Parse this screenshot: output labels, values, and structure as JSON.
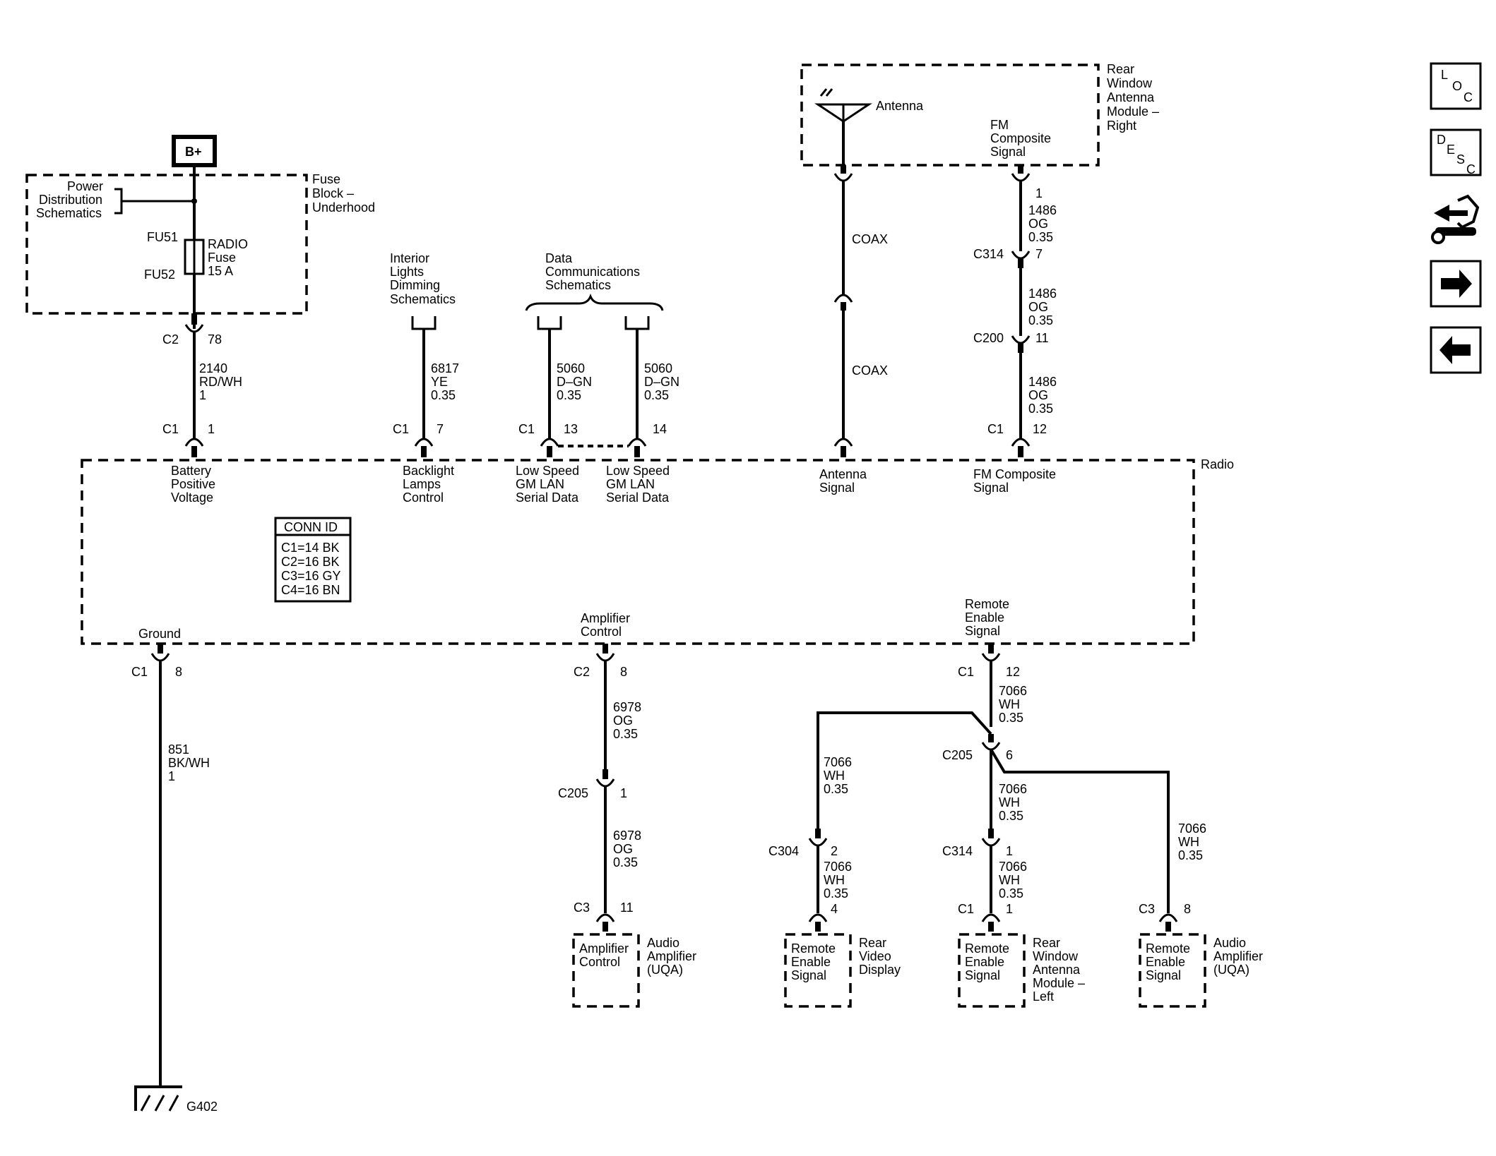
{
  "b_plus": "B+",
  "fuse_block": {
    "power_dist": [
      "Power",
      "Distribution",
      "Schematics"
    ],
    "title": [
      "Fuse",
      "Block –",
      "Underhood"
    ],
    "fu51": "FU51",
    "fu52": "FU52",
    "fuse_label": [
      "RADIO",
      "Fuse",
      "15 A"
    ]
  },
  "battery_wire": {
    "conn_top": "C2",
    "pin_top": "78",
    "wire": [
      "2140",
      "RD/WH",
      "1"
    ],
    "conn_bot": "C1",
    "pin_bot": "1",
    "signal": [
      "Battery",
      "Positive",
      "Voltage"
    ]
  },
  "backlight_wire": {
    "ref": [
      "Interior",
      "Lights",
      "Dimming",
      "Schematics"
    ],
    "wire": [
      "6817",
      "YE",
      "0.35"
    ],
    "conn": "C1",
    "pin": "7",
    "signal": [
      "Backlight",
      "Lamps",
      "Control"
    ]
  },
  "data_comm": {
    "ref": [
      "Data",
      "Communications",
      "Schematics"
    ],
    "wire_a": [
      "5060",
      "D–GN",
      "0.35"
    ],
    "wire_b": [
      "5060",
      "D–GN",
      "0.35"
    ],
    "conn": "C1",
    "pin_a": "13",
    "pin_b": "14",
    "signal_a": [
      "Low Speed",
      "GM LAN",
      "Serial Data"
    ],
    "signal_b": [
      "Low Speed",
      "GM LAN",
      "Serial Data"
    ]
  },
  "antenna_module": {
    "antenna": "Antenna",
    "fm_signal": [
      "FM",
      "Composite",
      "Signal"
    ],
    "title": [
      "Rear",
      "Window",
      "Antenna",
      "Module –",
      "Right"
    ],
    "coax1": "COAX",
    "coax2": "COAX",
    "antenna_signal": [
      "Antenna",
      "Signal"
    ]
  },
  "fm_wire": {
    "pin1": "1",
    "seg1": [
      "1486",
      "OG",
      "0.35"
    ],
    "c314": "C314",
    "c314_pin": "7",
    "seg2": [
      "1486",
      "OG",
      "0.35"
    ],
    "c200": "C200",
    "c200_pin": "11",
    "seg3": [
      "1486",
      "OG",
      "0.35"
    ],
    "conn": "C1",
    "pin": "12",
    "signal": [
      "FM Composite",
      "Signal"
    ]
  },
  "radio": "Radio",
  "conn_id": {
    "title": "CONN ID",
    "rows": [
      "C1=14 BK",
      "C2=16 BK",
      "C3=16 GY",
      "C4=16 BN"
    ]
  },
  "ground": {
    "label": "Ground",
    "conn": "C1",
    "pin": "8",
    "wire": [
      "851",
      "BK/WH",
      "1"
    ],
    "g": "G402"
  },
  "amp_control": {
    "label": [
      "Amplifier",
      "Control"
    ],
    "conn": "C2",
    "pin": "8",
    "seg1": [
      "6978",
      "OG",
      "0.35"
    ],
    "c205": "C205",
    "c205_pin": "1",
    "seg2": [
      "6978",
      "OG",
      "0.35"
    ],
    "c3": "C3",
    "c3_pin": "11",
    "box": [
      "Amplifier",
      "Control"
    ],
    "dest": [
      "Audio",
      "Amplifier",
      "(UQA)"
    ]
  },
  "remote_enable": {
    "label": [
      "Remote",
      "Enable",
      "Signal"
    ],
    "conn": "C1",
    "pin": "12",
    "seg1": [
      "7066",
      "WH",
      "0.35"
    ],
    "c205": "C205",
    "c205_pin": "6",
    "left": {
      "wire": [
        "7066",
        "WH",
        "0.35"
      ],
      "c304": "C304",
      "c304_pin": "2",
      "wire2": [
        "7066",
        "WH",
        "0.35"
      ],
      "pin": "4",
      "box": [
        "Remote",
        "Enable",
        "Signal"
      ],
      "dest": [
        "Rear",
        "Video",
        "Display"
      ]
    },
    "mid": {
      "wire": [
        "7066",
        "WH",
        "0.35"
      ],
      "c314": "C314",
      "c314_pin": "1",
      "wire2": [
        "7066",
        "WH",
        "0.35"
      ],
      "conn": "C1",
      "pin": "1",
      "box": [
        "Remote",
        "Enable",
        "Signal"
      ],
      "dest": [
        "Rear",
        "Window",
        "Antenna",
        "Module –",
        "Left"
      ]
    },
    "right": {
      "wire": [
        "7066",
        "WH",
        "0.35"
      ],
      "conn": "C3",
      "pin": "8",
      "box": [
        "Remote",
        "Enable",
        "Signal"
      ],
      "dest": [
        "Audio",
        "Amplifier",
        "(UQA)"
      ]
    }
  },
  "nav": {
    "loc": [
      "L",
      "O",
      "C"
    ],
    "desc": [
      "D",
      "E",
      "S",
      "C"
    ]
  }
}
